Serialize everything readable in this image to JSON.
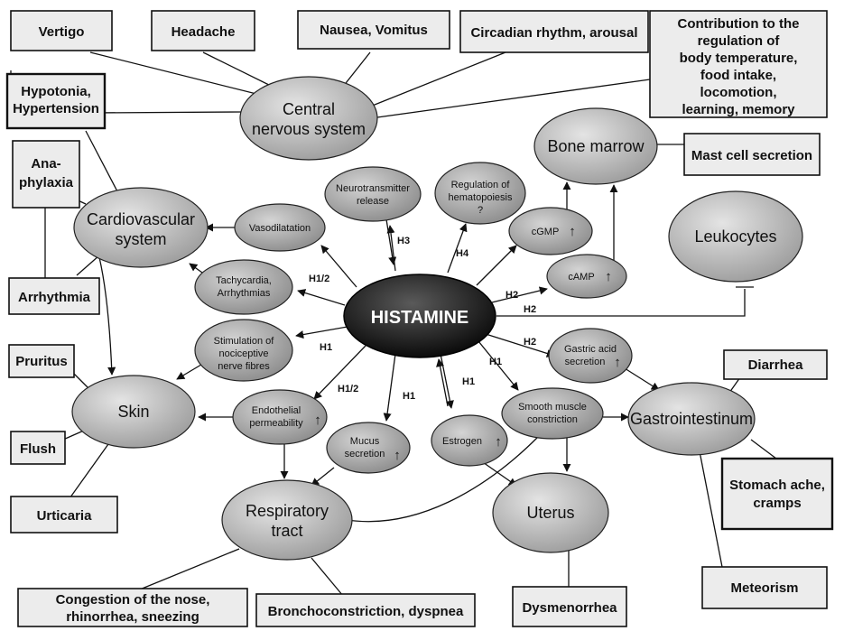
{
  "boxes": {
    "vertigo": "Vertigo",
    "headache": "Headache",
    "nausea": "Nausea, Vomitus",
    "circadian": "Circadian rhythm, arousal",
    "contribution": [
      "Contribution to the",
      "regulation of",
      "body temperature,",
      "food intake,",
      "locomotion,",
      "learning, memory"
    ],
    "hypotonia": [
      "Hypotonia,",
      "Hypertension"
    ],
    "anaphylaxia": [
      "Ana-",
      "phylaxia"
    ],
    "arrhythmia": "Arrhythmia",
    "mast_cell": "Mast cell secretion",
    "pruritus": "Pruritus",
    "flush": "Flush",
    "urticaria": "Urticaria",
    "diarrhea": "Diarrhea",
    "stomach": [
      "Stomach ache,",
      "cramps"
    ],
    "meteorism": "Meteorism",
    "congestion": [
      "Congestion of the nose,",
      "rhinorrhea, sneezing"
    ],
    "broncho": "Bronchoconstriction, dyspnea",
    "dysmenorrhea": "Dysmenorrhea"
  },
  "organs": {
    "cns": [
      "Central",
      "nervous system"
    ],
    "cardio": [
      "Cardiovascular",
      "system"
    ],
    "bone_marrow": "Bone marrow",
    "leukocytes": "Leukocytes",
    "skin": "Skin",
    "gastro": "Gastrointestinum",
    "respiratory": [
      "Respiratory",
      "tract"
    ],
    "uterus": "Uterus"
  },
  "effects": {
    "neurotransmitter": [
      "Neurotransmitter",
      "release"
    ],
    "hematopoiesis": [
      "Regulation of",
      "hematopoiesis",
      "?"
    ],
    "vasodilatation": "Vasodilatation",
    "tachycardia": [
      "Tachycardia,",
      "Arrhythmias"
    ],
    "cgmp": "cGMP",
    "camp": "cAMP",
    "nociceptive": [
      "Stimulation of",
      "nociceptive",
      "nerve fibres"
    ],
    "gastric_acid": [
      "Gastric acid",
      "secretion"
    ],
    "endothelial": [
      "Endothelial",
      "permeability"
    ],
    "mucus": [
      "Mucus",
      "secretion"
    ],
    "estrogen": "Estrogen",
    "smooth_muscle": [
      "Smooth muscle",
      "constriction"
    ]
  },
  "center": "HISTAMINE",
  "receptor_labels": {
    "h3": "H3",
    "h4": "H4",
    "h12_top": "H1/2",
    "h1_left": "H1",
    "h12_bottom": "H1/2",
    "h1_mucus": "H1",
    "h1_estrogen": "H1",
    "h1_smooth": "H1",
    "h2_camp": "H2",
    "h2_leuko": "H2",
    "h2_gastric": "H2"
  },
  "up_arrow": "↑",
  "colors": {
    "organ_light": "#d8d8d8",
    "organ_dark": "#9a9a9a",
    "center_light": "#555555",
    "center_dark": "#0a0a0a"
  }
}
